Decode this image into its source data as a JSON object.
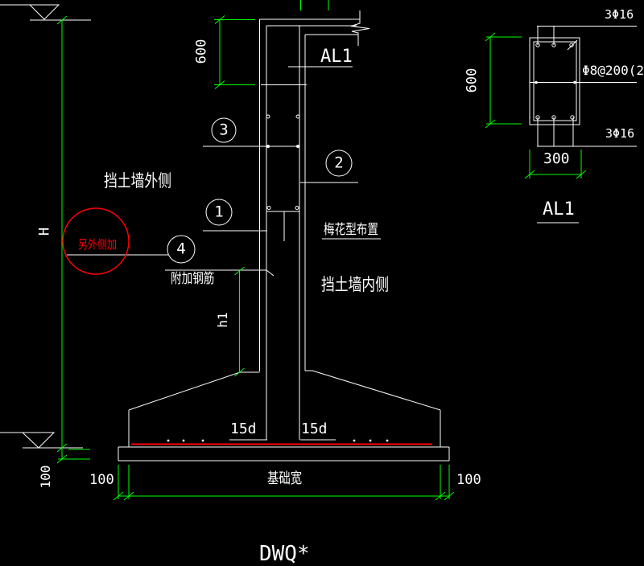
{
  "colors": {
    "background": "#000000",
    "line": "#ffffff",
    "dimension": "#00ff00",
    "rebar": "#ff0000"
  },
  "main_view": {
    "side_labels": {
      "outer": "挡土墙外侧",
      "inner": "挡土墙内侧"
    },
    "annotations": {
      "additional_rebar": "附加钢筋",
      "plum_pattern": "梅花型布置",
      "red_note": "另外侧加",
      "beam_label": "AL1",
      "anchor_left": "15d",
      "anchor_right": "15d"
    },
    "callouts": {
      "c1": "1",
      "c2": "2",
      "c3": "3",
      "c4": "4"
    },
    "dimensions": {
      "wall_top_600": "600",
      "wall_height": "H",
      "footing_rise": "h1",
      "slab_thickness": "100",
      "left_edge": "100",
      "foundation_width": "基础宽",
      "right_edge": "100"
    }
  },
  "section_view": {
    "title": "AL1",
    "top_rebar": "3Φ16",
    "bottom_rebar": "3Φ16",
    "stirrup": "Φ8@200(2",
    "width": "300",
    "height": "600"
  },
  "footer": {
    "drawing_title": "DWQ*"
  }
}
